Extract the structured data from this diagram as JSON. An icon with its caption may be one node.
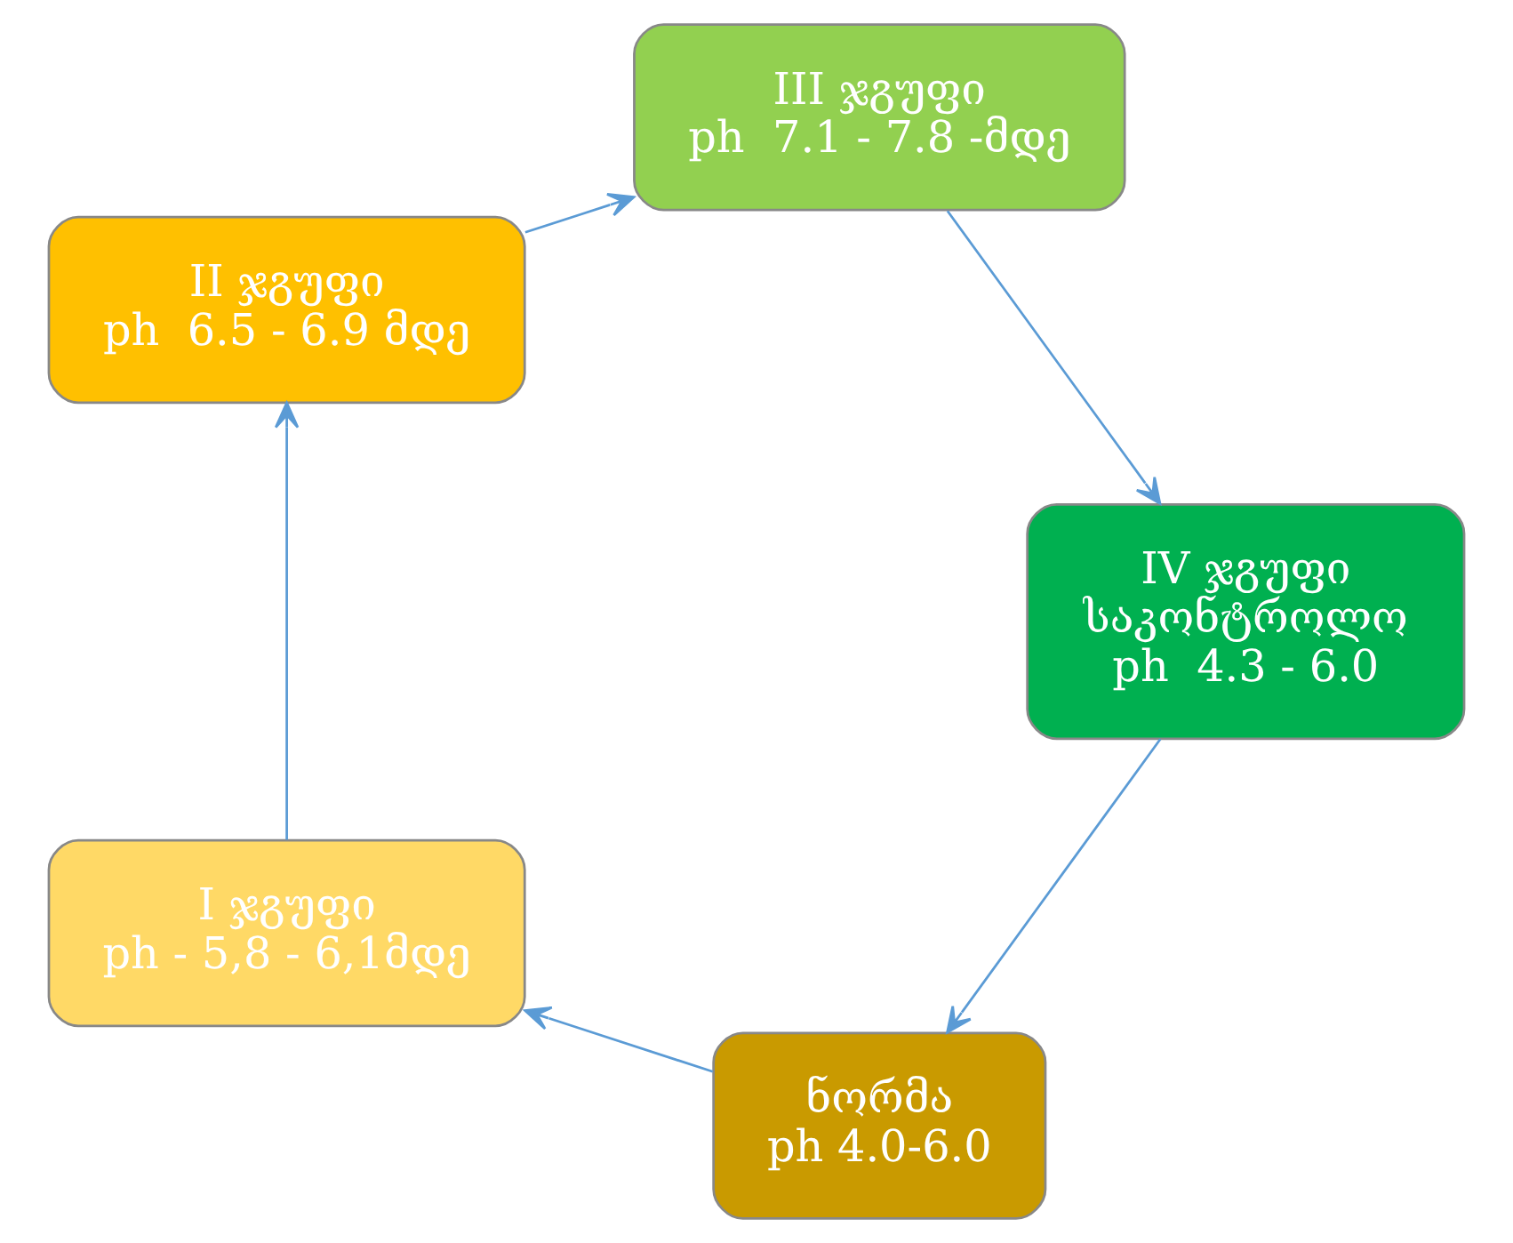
{
  "diagram": {
    "nodes": [
      {
        "text": [
          "ნორმა",
          "ph 4.0-6.0"
        ]
      },
      {
        "text": [
          "I ჯგუფი",
          "ph - 5,8 - 6,1მდე"
        ]
      },
      {
        "text": [
          "II ჯგუფი",
          "ph  6.5 - 6.9 მდე"
        ]
      },
      {
        "text": [
          "III ჯგუფი",
          "ph  7.1 - 7.8 -მდე"
        ]
      },
      {
        "text": [
          "IV ჯგუფი",
          "საკონტროლო",
          "ph  4.3 - 6.0"
        ]
      }
    ],
    "edges": [
      {
        "from": 0,
        "to": 1,
        "arrow": "to"
      },
      {
        "from": 1,
        "to": 2,
        "arrow": "to"
      },
      {
        "from": 2,
        "to": 3,
        "arrow": "to"
      },
      {
        "from": 3,
        "to": 4,
        "arrow": "to"
      },
      {
        "from": 4,
        "to": 0,
        "arrow": "to"
      }
    ]
  }
}
